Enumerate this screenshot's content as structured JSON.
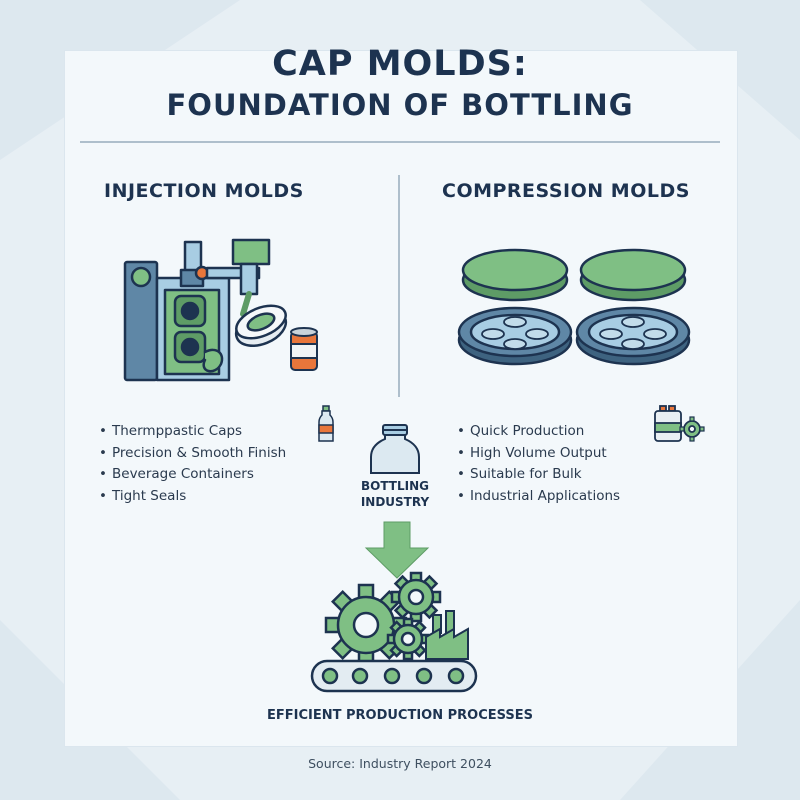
{
  "title_line1": "CAP MOLDS:",
  "title_line2": "FOUNDATION OF BOTTLING",
  "injection": {
    "heading": "INJECTION MOLDS",
    "bullets": [
      "Thermppastic Caps",
      "Precision & Smooth Finish",
      "Beverage Containers",
      "Tight Seals"
    ]
  },
  "compression": {
    "heading": "COMPRESSION MOLDS",
    "bullets": [
      "Quick Production",
      "High Volume Output",
      "Suitable for Bulk",
      "Industrial Applications"
    ]
  },
  "hub": {
    "label_line1": "BOTTLING",
    "label_line2": "INDUSTRY"
  },
  "production": {
    "caption": "EFFICIENT PRODUCTION PROCESSES"
  },
  "source": "Source: Industry Report 2024",
  "colors": {
    "navy": "#1d3350",
    "green": "#7fbf84",
    "green_dark": "#5e9c66",
    "blue": "#a8cde3",
    "orange": "#e8763b"
  },
  "icons": [
    "injection-machine-icon",
    "bottle-cap-icon",
    "soda-can-icon",
    "compression-mold-icon",
    "small-bottle-icon",
    "bottle-icon",
    "container-gear-icon",
    "arrow-down-icon",
    "gears-icon",
    "factory-icon",
    "conveyor-belt-icon"
  ]
}
